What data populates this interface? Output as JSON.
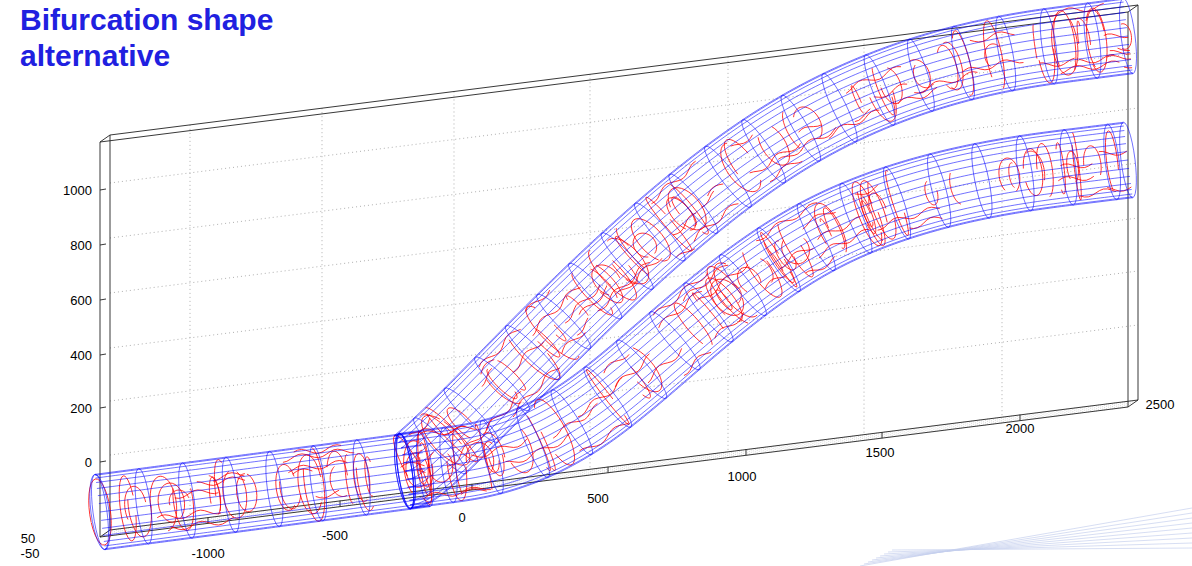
{
  "diagram": {
    "title": "Bifurcation shape alternative",
    "labels": [
      "1000",
      "800",
      "600",
      "400",
      "200",
      "0",
      "50",
      "-50",
      "-1000",
      "-500",
      "0",
      "500",
      "1000",
      "1500",
      "2000",
      "2500"
    ]
  }
}
